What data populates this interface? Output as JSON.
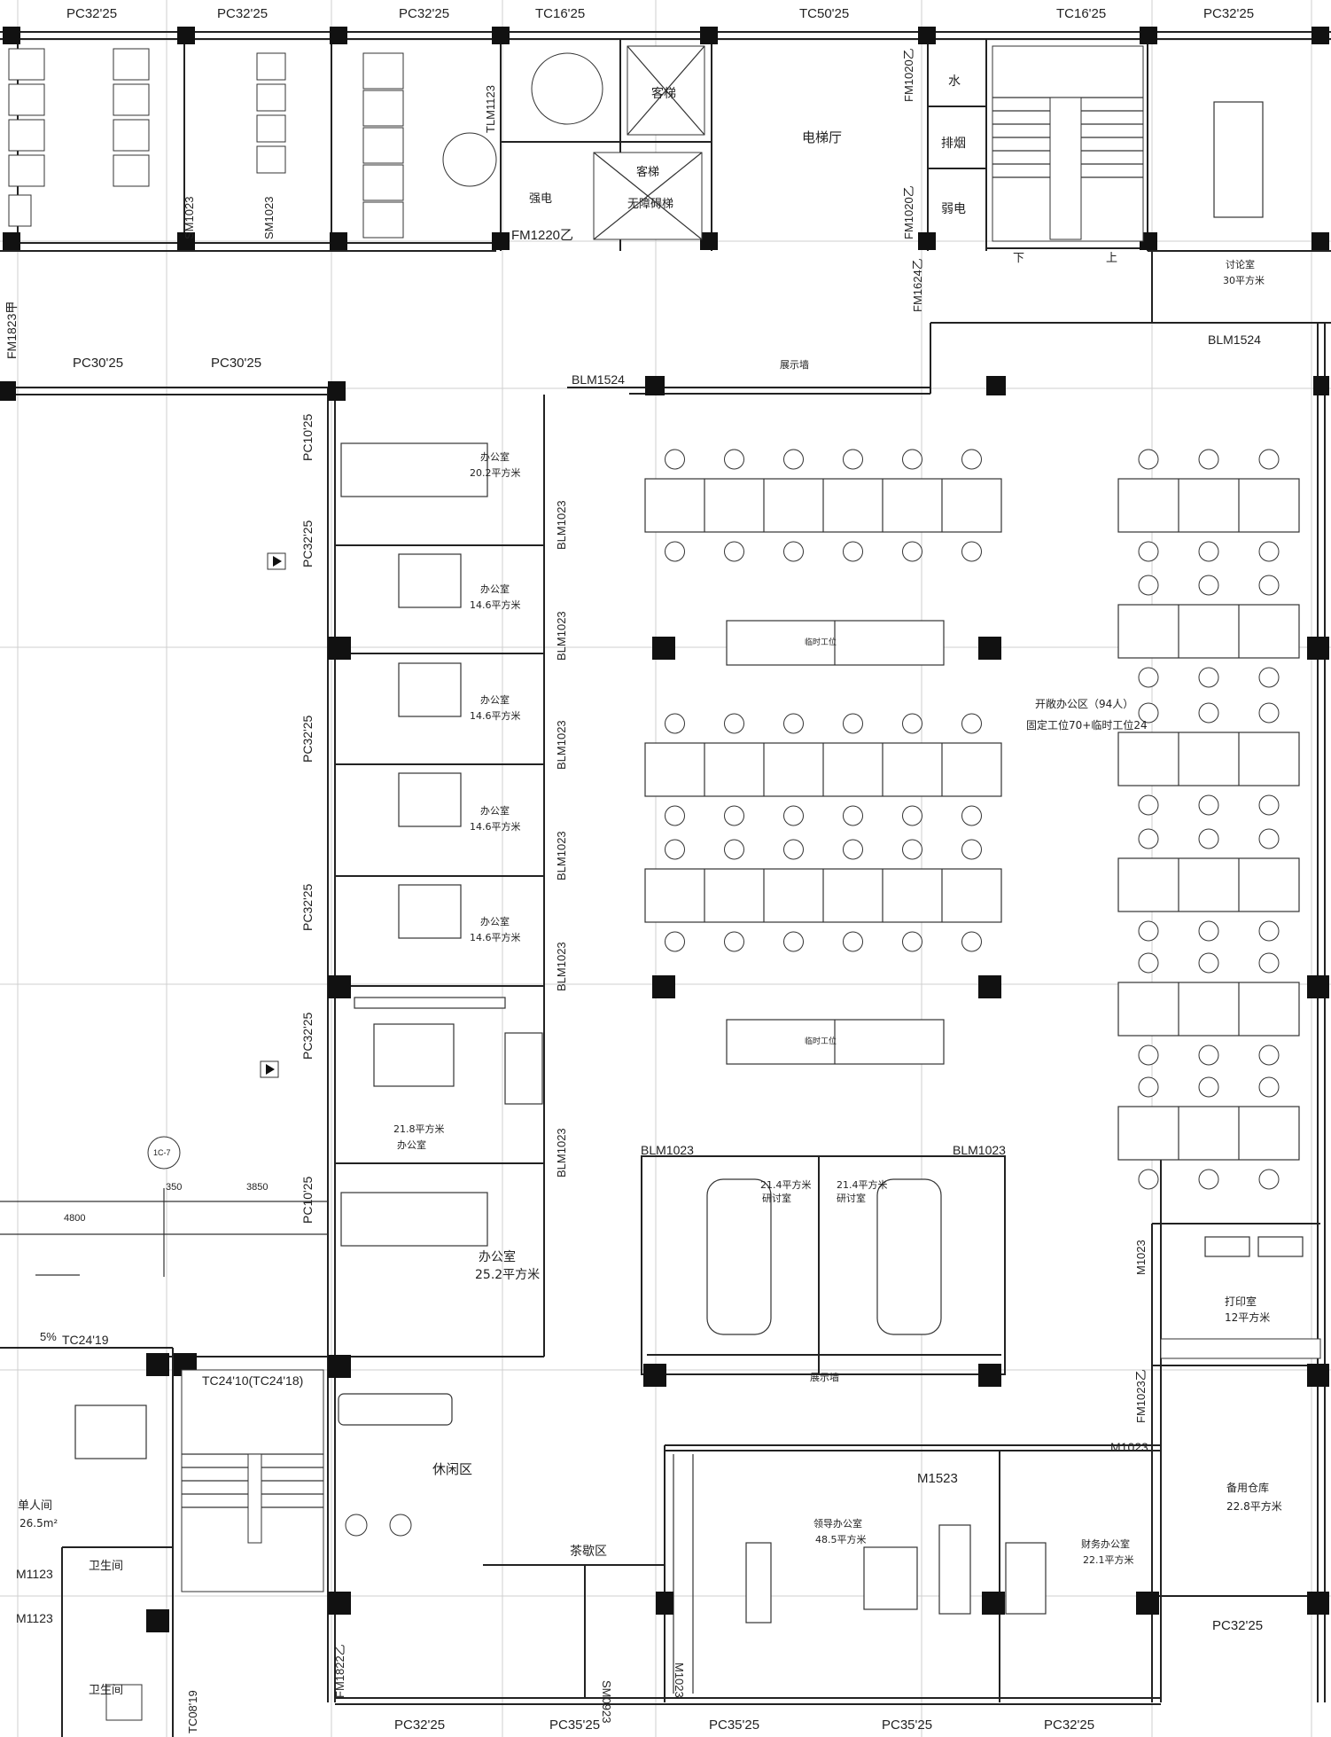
{
  "windows_top": [
    "PC32'25",
    "PC32'25",
    "PC32'25",
    "TC16'25",
    "TC50'25",
    "TC16'25",
    "PC32'25"
  ],
  "windows_mid": [
    "PC30'25",
    "PC30'25"
  ],
  "windows_left": [
    "PC10'25",
    "PC32'25",
    "PC32'25",
    "PC32'25",
    "PC32'25",
    "PC10'25"
  ],
  "windows_bottom": [
    "PC32'25",
    "PC35'25",
    "PC35'25",
    "PC35'25",
    "PC32'25"
  ],
  "rooms": {
    "elevator_hall": "电梯厅",
    "passenger_elevator": "客梯",
    "accessible_elevator_1": "客梯",
    "accessible_elevator_2": "无障碍梯",
    "strong_power": "强电",
    "water": "水",
    "smoke": "排烟",
    "weak_power": "弱电",
    "discussion_1": "讨论室",
    "discussion_2": "30平方米",
    "display_wall_top": "展示墙",
    "display_wall_bottom": "展示墙",
    "office_a_1": "办公室",
    "office_a_2": "20.2平方米",
    "office_b_1": "办公室",
    "office_b_2": "14.6平方米",
    "office_c_1": "办公室",
    "office_c_2": "14.6平方米",
    "office_d_1": "办公室",
    "office_d_2": "14.6平方米",
    "office_e_1": "办公室",
    "office_e_2": "14.6平方米",
    "office_f_1": "21.8平方米",
    "office_f_2": "办公室",
    "office_g_1": "办公室",
    "office_g_2": "25.2平方米",
    "open_office_1": "开敞办公区（94人）",
    "open_office_2": "固定工位70+临时工位24",
    "temp_station": "临时工位",
    "meeting_l_1": "21.4平方米",
    "meeting_l_2": "研讨室",
    "meeting_r_1": "21.4平方米",
    "meeting_r_2": "研讨室",
    "print_1": "打印室",
    "print_2": "12平方米",
    "storage_1": "备用仓库",
    "storage_2": "22.8平方米",
    "leader_1": "领导办公室",
    "leader_2": "48.5平方米",
    "finance_1": "财务办公室",
    "finance_2": "22.1平方米",
    "lounge": "休闲区",
    "tea": "茶歇区",
    "single_1": "单人间",
    "single_2": "26.5m²",
    "wc1": "卫生间",
    "wc2": "卫生间"
  },
  "doors": {
    "sm1023_a": "SM1023",
    "sm1023_b": "SM1023",
    "tlm1123": "TLM1123",
    "fm1220": "FM1220乙",
    "fm1020_a": "FM1020乙",
    "fm1020_b": "FM1020乙",
    "fm1624": "FM1624乙",
    "fm1823": "FM1823甲",
    "blm1524_a": "BLM1524",
    "blm1524_b": "BLM1524",
    "blm1023_a": "BLM1023",
    "blm1023_b": "BLM1023",
    "blm1023_c": "BLM1023",
    "blm1023_d": "BLM1023",
    "blm1023_e": "BLM1023",
    "blm1023_f": "BLM1023",
    "blm1023_g": "BLM1023",
    "blm1023_h": "BLM1023",
    "m1023_a": "M1023",
    "m1023_b": "M1023",
    "m1023_c": "M1023",
    "fm1023": "FM1023乙",
    "m1523": "M1523",
    "sm0923": "SM0923",
    "fm1822": "FM1822乙",
    "m1123_a": "M1123",
    "m1123_b": "M1123",
    "tc2410": "TC24'10(TC24'18)",
    "tc2419": "TC24'19",
    "tc0819": "TC08'19"
  },
  "dims": {
    "d4800": "4800",
    "d350": "350",
    "d3850": "3850",
    "axis": "1C-7",
    "slope": "5%"
  },
  "stairs": {
    "down": "下",
    "up": "上"
  }
}
